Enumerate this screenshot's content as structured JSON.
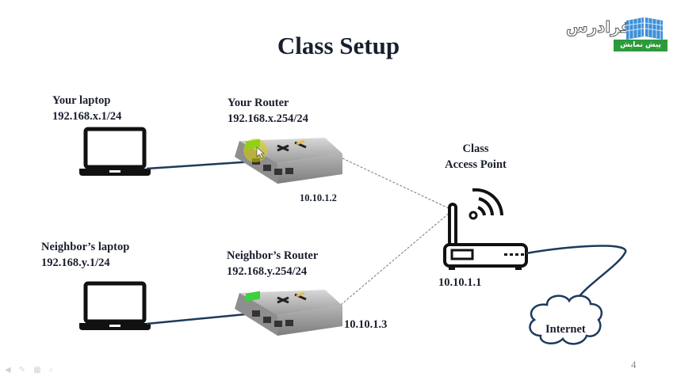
{
  "slide": {
    "title": "Class Setup",
    "page_number": "4"
  },
  "logo": {
    "brand_text": "فرادرس",
    "badge_text": "پیش نمایش",
    "badge_color": "#2c9a3a"
  },
  "nodes": {
    "your_laptop": {
      "name": "Your laptop",
      "ip": "192.168.x.1/24"
    },
    "your_router": {
      "name": "Your Router",
      "ip": "192.168.x.254/24",
      "wan_ip": "10.10.1.2"
    },
    "neighbor_laptop": {
      "name": "Neighbor’s laptop",
      "ip": "192.168.y.1/24"
    },
    "neighbor_router": {
      "name": "Neighbor’s Router",
      "ip": "192.168.y.254/24",
      "wan_ip": "10.10.1.3"
    },
    "access_point": {
      "name_line1": "Class",
      "name_line2": "Access Point",
      "ip": "10.10.1.1"
    },
    "internet": {
      "name": "Internet"
    }
  },
  "colors": {
    "cable": "#1d3a5c",
    "wireless_link": "#777777",
    "router_led": "#3ad13a",
    "router_arrow": "#e6b84a"
  },
  "controls": {
    "icons": [
      "prev-icon",
      "pen-icon",
      "slides-icon",
      "zoom-icon"
    ]
  }
}
